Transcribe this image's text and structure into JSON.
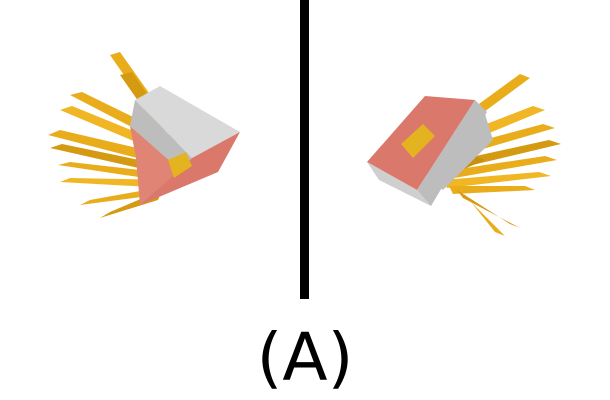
{
  "caption": "(A)",
  "colors": {
    "fry": "#e9ad1c",
    "fry_dark": "#c98f0e",
    "box_front": "#d9786b",
    "box_side": "#d4d4d4",
    "box_emblem": "#e3b320",
    "divider": "#000000"
  },
  "figures": [
    {
      "name": "fries-left-icon",
      "facing": "right"
    },
    {
      "name": "fries-right-icon",
      "facing": "left"
    }
  ]
}
